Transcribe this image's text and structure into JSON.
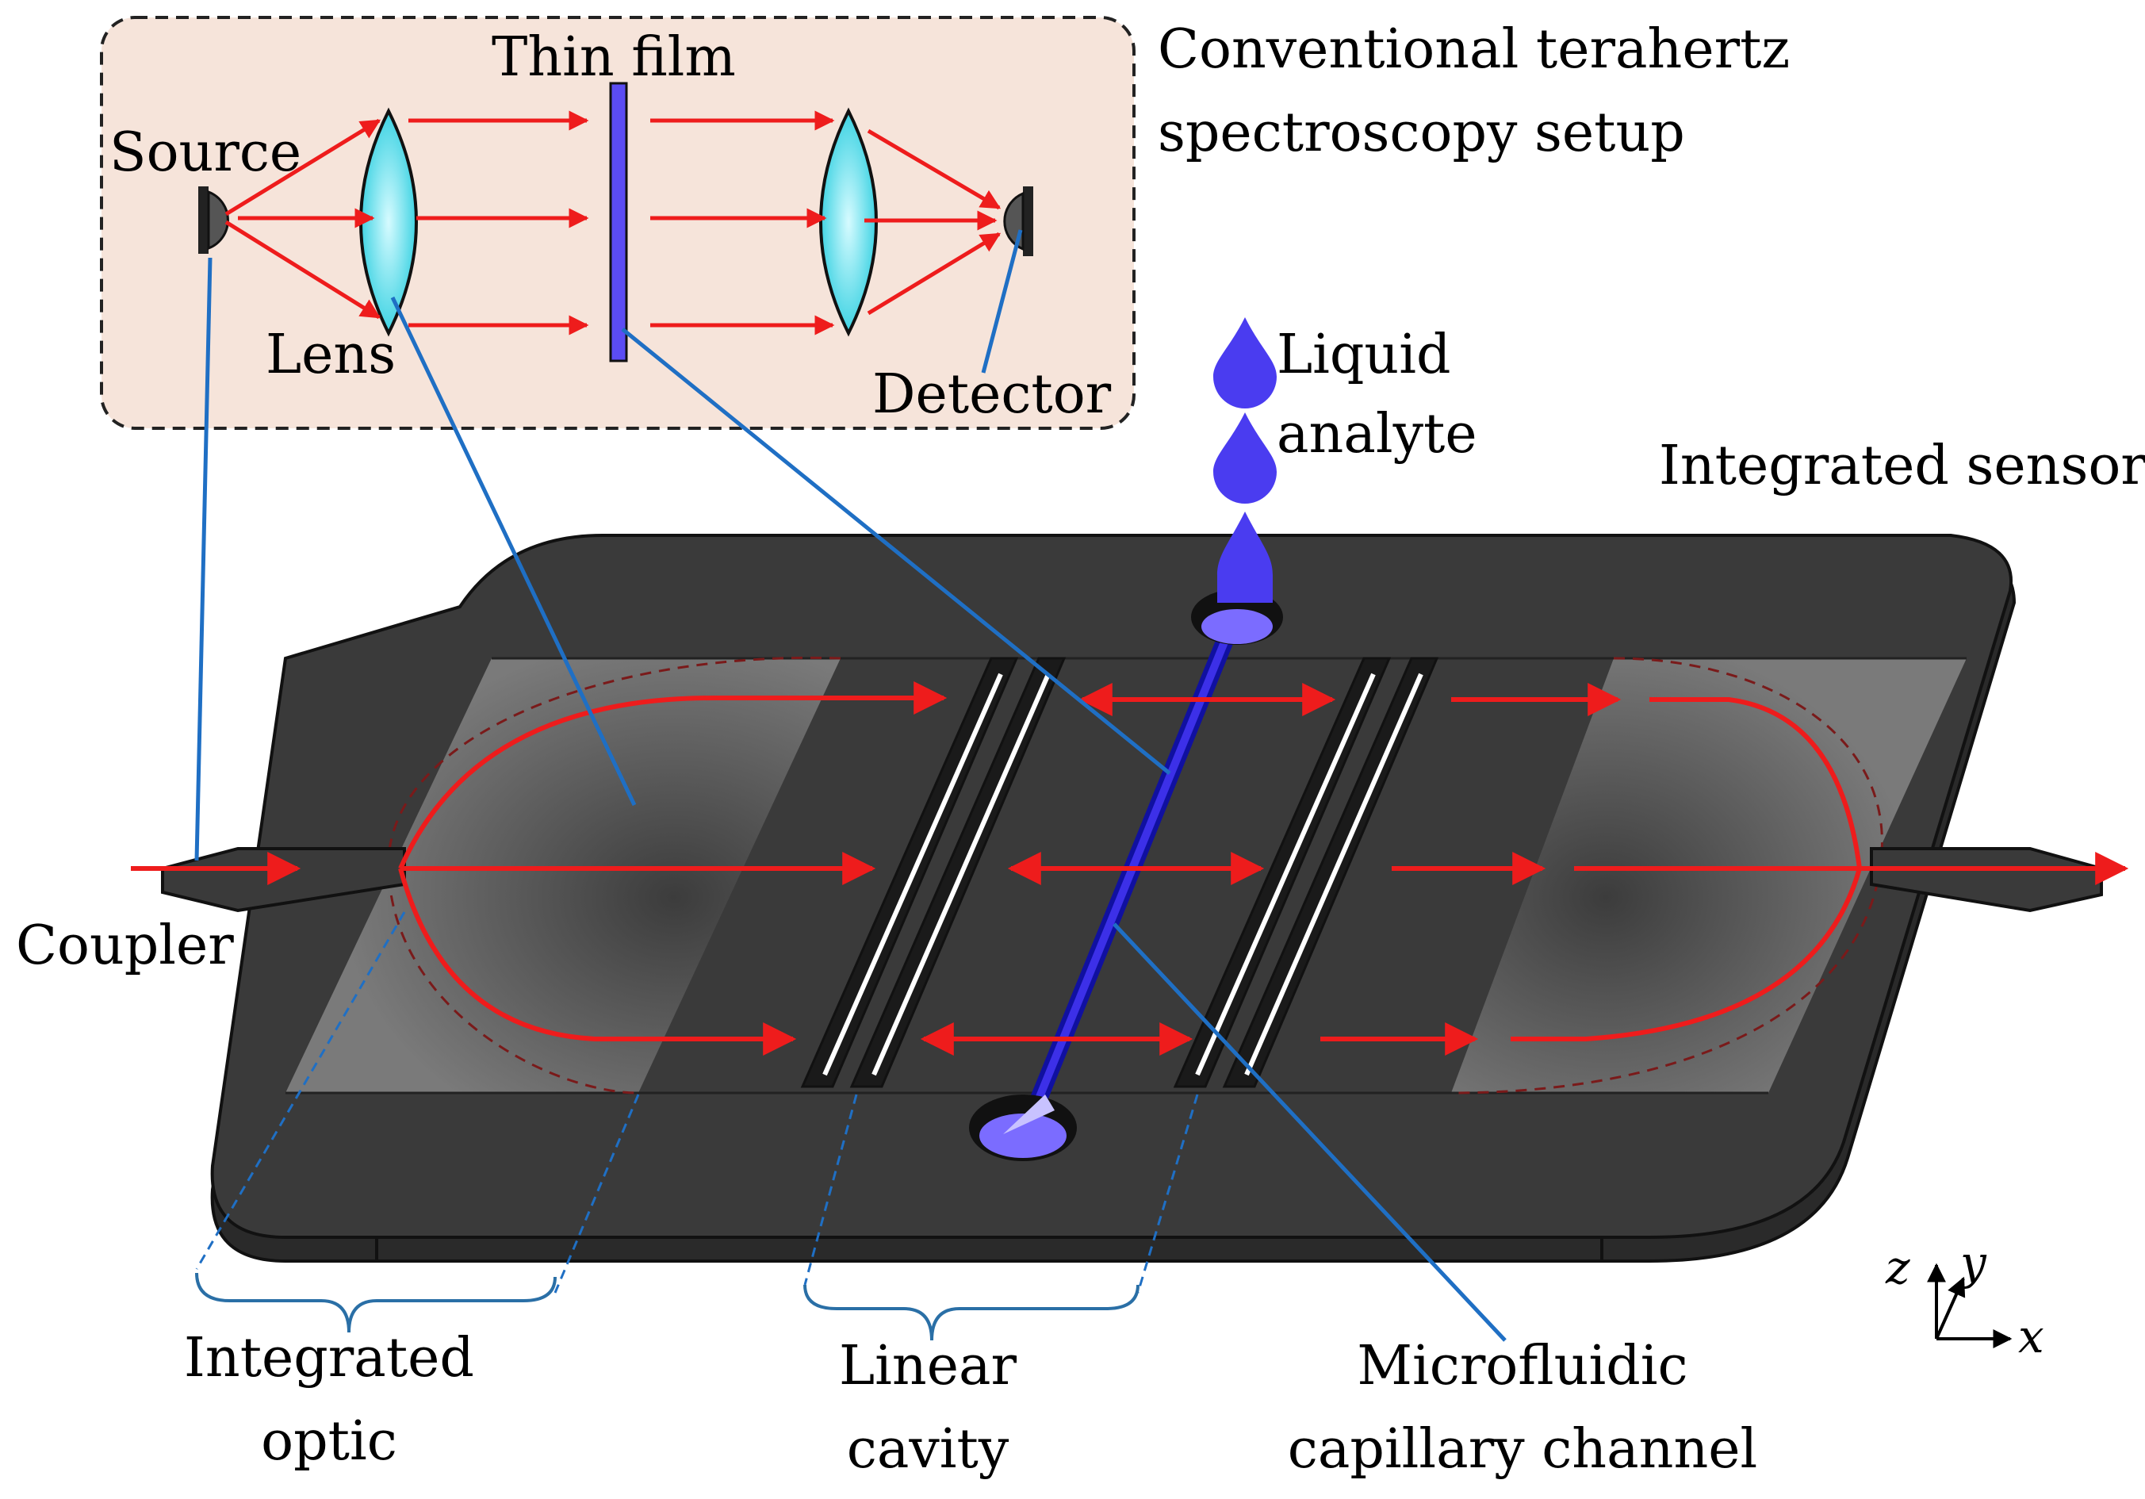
{
  "labels": {
    "conventional_line1": "Conventional terahertz",
    "conventional_line2": "spectroscopy setup",
    "thin_film": "Thin film",
    "source": "Source",
    "lens": "Lens",
    "detector": "Detector",
    "liquid_line1": "Liquid",
    "liquid_line2": "analyte",
    "integrated_sensor": "Integrated sensor",
    "coupler": "Coupler",
    "integrated_optic_line1": "Integrated",
    "integrated_optic_line2": "optic",
    "linear_cavity_line1": "Linear",
    "linear_cavity_line2": "cavity",
    "microfluidic_line1": "Microfluidic",
    "microfluidic_line2": "capillary channel",
    "axis_z": "z",
    "axis_y": "y",
    "axis_x": "x"
  },
  "colors": {
    "beam": "#ee1c1c",
    "leader": "#1f6fc4",
    "inset_bg": "#f6e4da",
    "chip_dark": "#3a3a3a",
    "chip_light": "#6e6e6e",
    "analyte": "#4a3cf0",
    "lens_fill": "#5fe3ee",
    "brace": "#2a6fa6"
  }
}
